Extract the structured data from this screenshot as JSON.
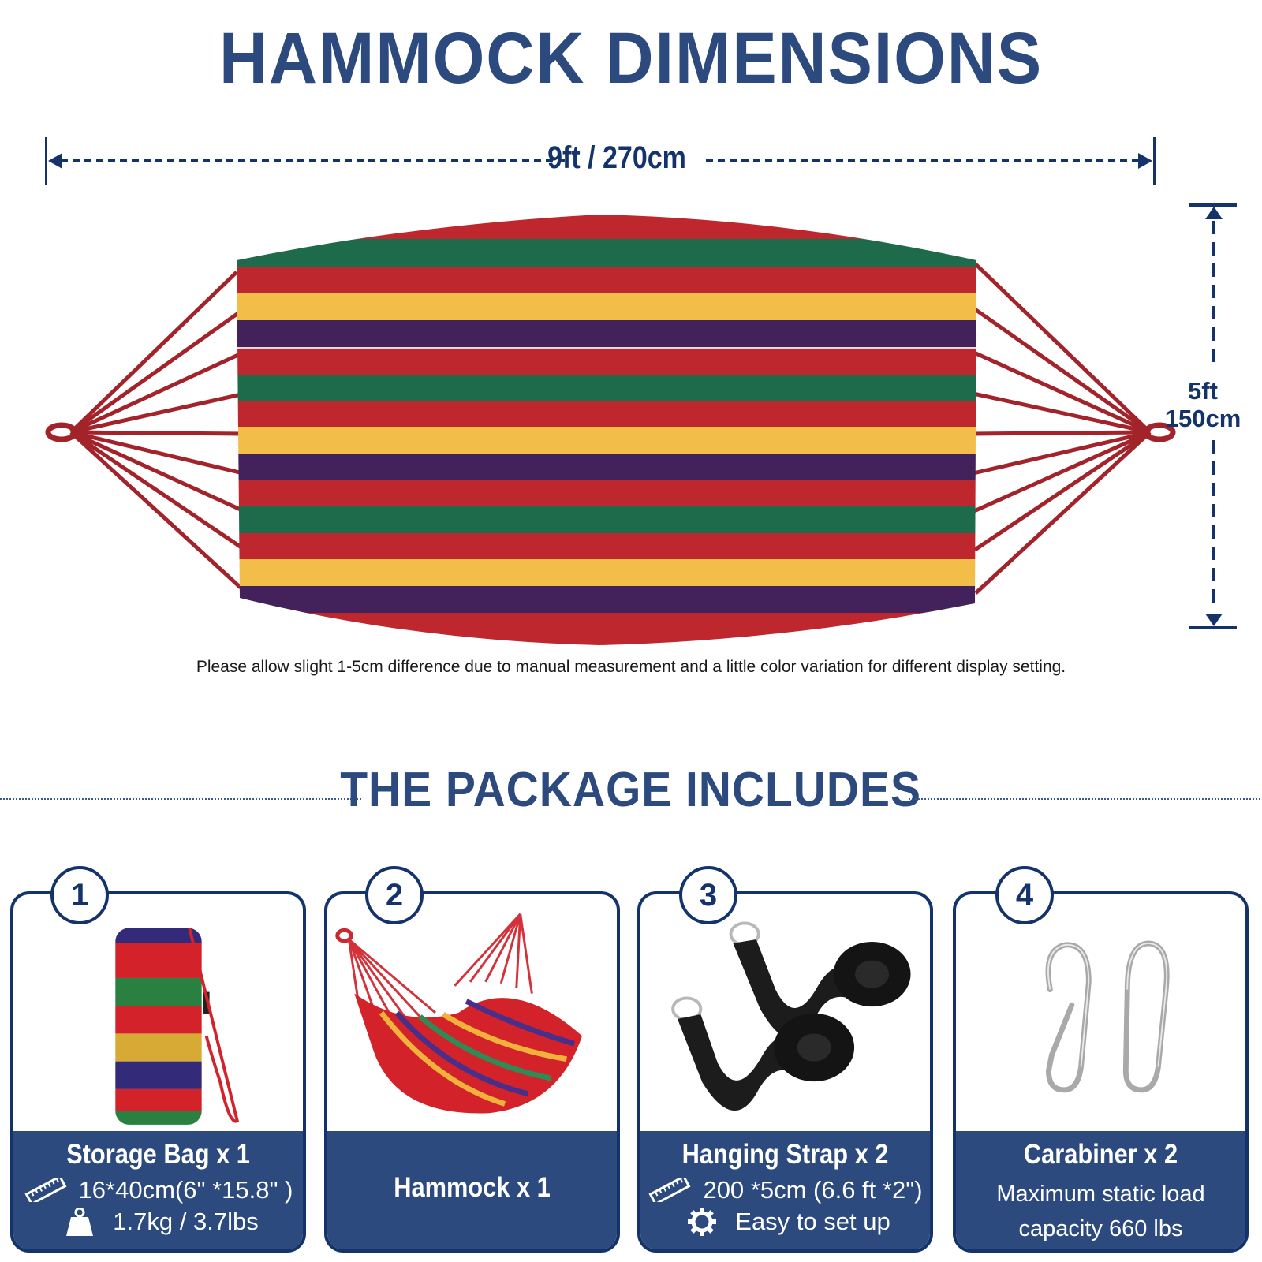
{
  "header": {
    "title": "HAMMOCK DIMENSIONS"
  },
  "dimensions": {
    "width_label": "9ft / 270cm",
    "height_label_ft": "5ft",
    "height_label_cm": "150cm"
  },
  "hammock_graphic": {
    "stripe_colors": {
      "red": "#bf272e",
      "green": "#1e6b4b",
      "yellow": "#f2bd49",
      "purple": "#43225c",
      "rope": "#a3232a"
    },
    "stripe_sequence": [
      "red",
      "green",
      "red",
      "yellow",
      "purple",
      "red",
      "green",
      "red",
      "yellow",
      "purple",
      "red",
      "green",
      "red",
      "yellow",
      "purple",
      "red"
    ]
  },
  "note": "Please allow slight 1-5cm difference due to manual measurement and a little color variation for different display setting.",
  "package": {
    "title": "THE PACKAGE INCLUDES",
    "items": [
      {
        "number": "1",
        "name": "Storage Bag x 1",
        "icon": "storage-bag-image",
        "specs": [
          {
            "icon": "ruler-icon",
            "text": "16*40cm(6\" *15.8\" )"
          },
          {
            "icon": "weight-icon",
            "text": "1.7kg / 3.7lbs"
          }
        ]
      },
      {
        "number": "2",
        "name": "Hammock x 1",
        "icon": "hammock-image"
      },
      {
        "number": "3",
        "name": "Hanging Strap x 2",
        "icon": "hanging-strap-image",
        "specs": [
          {
            "icon": "ruler-icon",
            "text": "200 *5cm (6.6 ft *2\")"
          },
          {
            "icon": "gear-icon",
            "text": "Easy to set up"
          }
        ]
      },
      {
        "number": "4",
        "name": "Carabiner x 2",
        "icon": "carabiner-image",
        "desc_line1": "Maximum static load",
        "desc_line2": "capacity 660 lbs"
      }
    ]
  },
  "colors": {
    "navy": "#14336b",
    "title_blue": "#2c4a7e",
    "card_footer": "#2c4a7e"
  }
}
